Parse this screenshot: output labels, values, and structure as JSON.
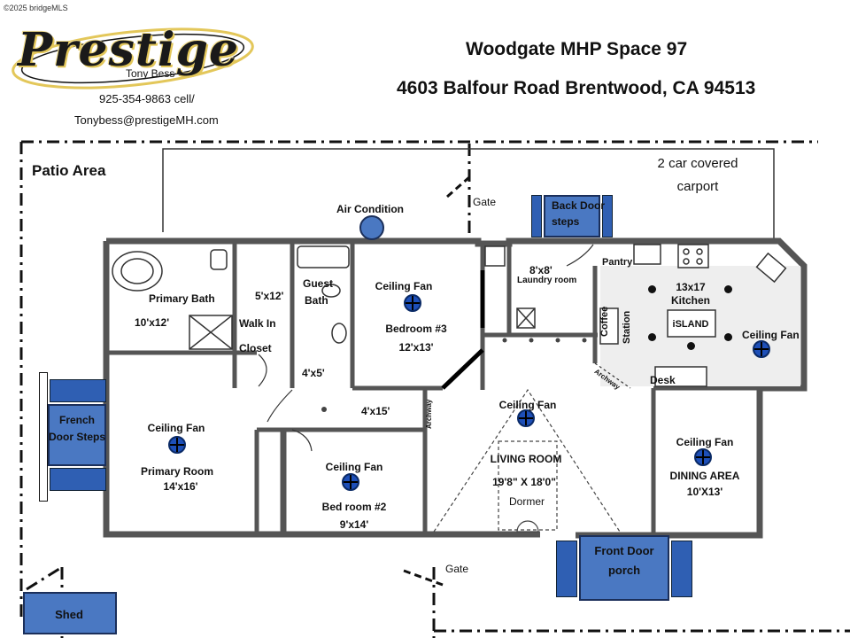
{
  "header": {
    "copyright": "©2025 bridgeMLS",
    "brand": "Prestige",
    "agent": "Tony Bess",
    "phone": "925-354-9863 cell/",
    "email": "Tonybess@prestigeMH.com",
    "property_line1": "Woodgate  MHP  Space 97",
    "property_line2": "4603 Balfour Road  Brentwood, CA 94513"
  },
  "areas": {
    "patio": "Patio  Area",
    "carport_line1": "2 car covered",
    "carport_line2": "carport",
    "gate_top": "Gate",
    "gate_bottom": "Gate",
    "air_condition": "Air Condition",
    "back_door_line1": "Back Door",
    "back_door_line2": "steps",
    "french_door_line1": "French",
    "french_door_line2": "Door Steps",
    "front_door_line1": "Front Door",
    "front_door_line2": "porch",
    "shed": "Shed"
  },
  "rooms": {
    "primary_bath": "Primary Bath",
    "primary_bath_size": "10'x12'",
    "closet_size": "5'x12'",
    "walk_in_line1": "Walk In",
    "walk_in_line2": "Closet",
    "guest_bath_line1": "Guest",
    "guest_bath_line2": "Bath",
    "guest_bath_size": "4'x5'",
    "bedroom3_fan": "Ceiling Fan",
    "bedroom3": "Bedroom #3",
    "bedroom3_size": "12'x13'",
    "laundry_size": "8'x8'",
    "laundry": "Laundry room",
    "pantry": "Pantry",
    "kitchen_size": "13x17",
    "kitchen": "Kitchen",
    "island": "iSLAND",
    "coffee": "Coffee",
    "station": "Station",
    "kitchen_fan": "Ceiling Fan",
    "desk": "Desk",
    "archway_kitchen": "Archway",
    "archway_hall": "Archway",
    "hall_size": "4'x15'",
    "primary_fan": "Ceiling Fan",
    "primary_room": "Primary  Room",
    "primary_room_size": "14'x16'",
    "bedroom2_fan": "Ceiling Fan",
    "bedroom2": "Bed room #2",
    "bedroom2_size": "9'x14'",
    "living_fan": "Ceiling Fan",
    "living": "LIVING ROOM",
    "living_size": "19'8\" X 18'0\"",
    "dormer": "Dormer",
    "dining_fan": "Ceiling Fan",
    "dining": "DINING AREA",
    "dining_size": "10'X13'"
  },
  "colors": {
    "accent_blue": "#4a78c2",
    "wall": "#555555",
    "logo_gold": "#e3c75a"
  }
}
